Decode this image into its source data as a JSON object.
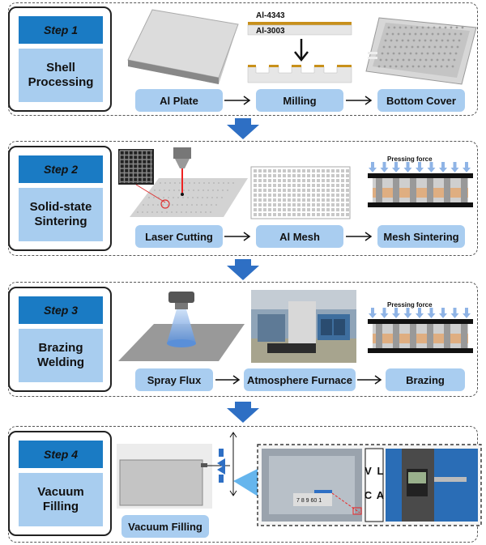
{
  "steps": [
    {
      "step_label": "Step 1",
      "name": "Shell\nProcessing",
      "items": [
        "Al Plate",
        "Milling",
        "Bottom Cover"
      ]
    },
    {
      "step_label": "Step 2",
      "name": "Solid-state\nSintering",
      "items": [
        "Laser Cutting",
        "Al Mesh",
        "Mesh Sintering"
      ]
    },
    {
      "step_label": "Step 3",
      "name": "Brazing\nWelding",
      "items": [
        "Spray Flux",
        "Atmosphere Furnace",
        "Brazing"
      ]
    },
    {
      "step_label": "Step 4",
      "name": "Vacuum\nFilling",
      "items": [
        "Vacuum Filling"
      ]
    }
  ],
  "milling": {
    "layer_top": "Al-4343",
    "layer_bottom": "Al-3003"
  },
  "pressing_label": "Pressing force",
  "lavc_label": "L A V C",
  "ruler_digits": "7 8 9 60 1",
  "colors": {
    "step_header": "#1a7bc4",
    "step_name_bg": "#a8cdef",
    "pill_bg": "#a9cdf0",
    "flow_arrow": "#2e6fc4",
    "mesh_orange": "#d8884a"
  }
}
